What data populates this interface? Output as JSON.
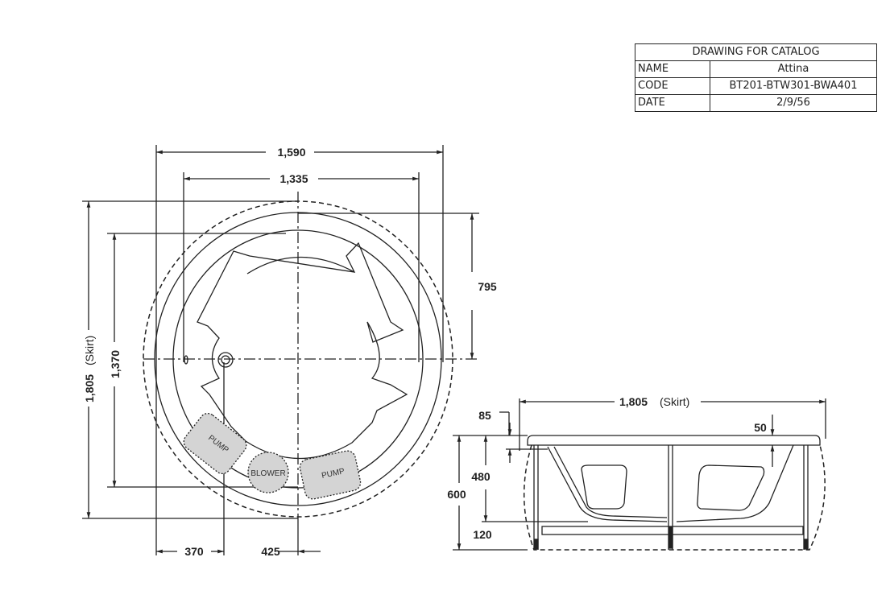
{
  "title_block": {
    "header": "DRAWING FOR CATALOG",
    "rows": [
      {
        "label": "NAME",
        "value": "Attina"
      },
      {
        "label": "CODE",
        "value": "BT201-BTW301-BWA401"
      },
      {
        "label": "DATE",
        "value": "2/9/56"
      }
    ]
  },
  "plan_view": {
    "dim_width_outer": "1,590",
    "dim_width_inner": "1,335",
    "dim_height_skirt": "1,805",
    "dim_height_skirt_note": "(Skirt)",
    "dim_height_inner": "1,370",
    "dim_drain_offset": "795",
    "dim_bottom_left": "370",
    "dim_bottom_right": "425",
    "components": {
      "pump_left": "PUMP",
      "blower": "BLOWER",
      "pump_right": "PUMP"
    }
  },
  "elevation_view": {
    "dim_width_skirt": "1,805",
    "dim_width_skirt_note": "(Skirt)",
    "dim_rim": "85",
    "dim_lip": "50",
    "dim_total_height": "600",
    "dim_depth": "480",
    "dim_leg": "120"
  },
  "colors": {
    "line": "#222222",
    "component_fill": "#d4d4d4"
  }
}
